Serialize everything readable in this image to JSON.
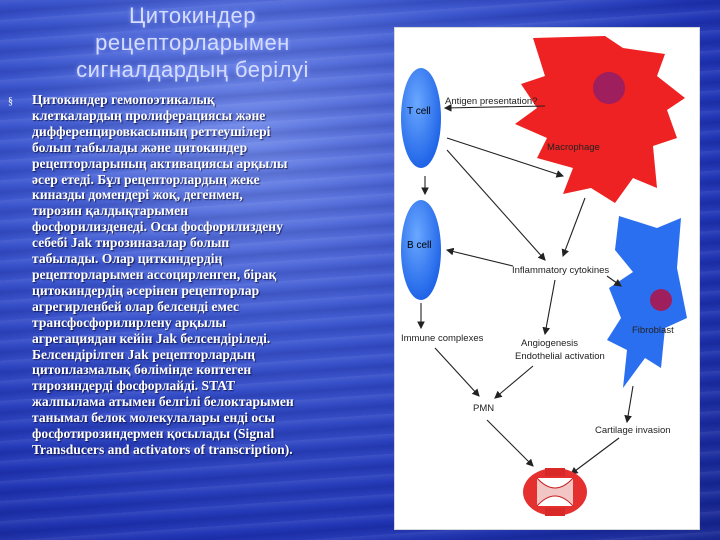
{
  "slide": {
    "title_lines": [
      "Цитокиндер",
      "рецепторларымен",
      "сигналдардың берілуі"
    ],
    "bullet_glyph": "§",
    "body_lines": [
      "Цитокиндер гемопоэтикалық",
      "клеткалардың пролиферациясы және",
      "дифференцировкасының реттеушілері",
      "болып табылады және цитокиндер",
      "рецепторларының активациясы арқылы",
      "әсер етеді. Бұл рецепторлардың жеке",
      "киназды домендері жоқ, дегенмен,",
      "тирозин қалдықтарымен",
      "фосфорилизденеді. Осы фосфорилиздену",
      "себебі Jak тирозиназалар болып",
      "табылады. Олар циткиндердің",
      "рецепторларымен ассоцирленген, бірақ",
      "цитокиндердің әсерінен рецепторлар",
      "агрегирленбей олар белсенді емес",
      "трансфосфорилирлену арқылы",
      "агрегациядан кейін Jak белсендіріледі.",
      "Белсендірілген Jak рецепторлардың",
      "цитоплазмалық бөлімінде көптеген",
      "тирозиндерді фосфорлайді. STAT",
      "жалпылама атымен белгілі белоктарымен",
      "танымал белок молекулалары енді осы",
      "фосфотирозиндермен қосылады (Signal",
      "Transducers and activators of transcription)."
    ]
  },
  "figure": {
    "t_cell": "T cell",
    "b_cell": "B cell",
    "macrophage": "Macrophage",
    "fibroblast": "Fibroblast",
    "antigen_presentation": "Antigen presentation?",
    "inflammatory_cytokines": "Inflammatory cytokines",
    "immune_complexes": "Immune complexes",
    "angiogenesis": "Angiogenesis",
    "endothelial_activation": "Endothelial activation",
    "pmn": "PMN",
    "cartilage_invasion": "Cartilage invasion",
    "colors": {
      "cell_blue": "#1e6cf0",
      "macrophage_red": "#ee2222",
      "fibroblast_blue": "#2a6ff0",
      "nucleus": "#a02060"
    }
  }
}
